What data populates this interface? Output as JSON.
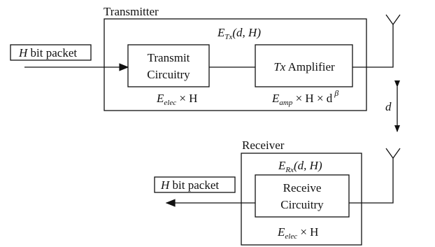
{
  "transmitter": {
    "label": "Transmitter",
    "energy": {
      "symbol": "E",
      "sub": "Tx",
      "args": "(d, H)"
    },
    "input_packet": {
      "var": "H",
      "text": " bit packet"
    },
    "transmit_circuitry": {
      "line1": "Transmit",
      "line2": "Circuitry"
    },
    "elec_energy": {
      "symbol": "E",
      "sub": "elec",
      "rest": " × H"
    },
    "amplifier": {
      "var": "Tx",
      "text": " Amplifier"
    },
    "amp_energy": {
      "symbol": "E",
      "sub": "amp",
      "mid": " × H × d",
      "exp": " β"
    }
  },
  "distance": {
    "label": "d"
  },
  "receiver": {
    "label": "Receiver",
    "energy": {
      "symbol": "E",
      "sub": "Rx",
      "args": "(d, H)"
    },
    "receive_circuitry": {
      "line1": "Receive",
      "line2": "Circuitry"
    },
    "elec_energy": {
      "symbol": "E",
      "sub": "elec",
      "rest": " × H"
    },
    "output_packet": {
      "var": "H",
      "text": " bit packet"
    }
  }
}
